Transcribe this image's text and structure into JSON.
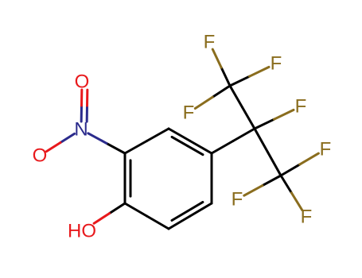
{
  "molecule": {
    "atoms": [
      {
        "id": "C1",
        "element": "C"
      },
      {
        "id": "C2",
        "element": "C"
      },
      {
        "id": "C3",
        "element": "C"
      },
      {
        "id": "C4",
        "element": "C"
      },
      {
        "id": "C5",
        "element": "C"
      },
      {
        "id": "C6",
        "element": "C"
      },
      {
        "id": "N",
        "element": "N",
        "label": "N"
      },
      {
        "id": "Oa",
        "element": "O",
        "label": "O"
      },
      {
        "id": "Ob",
        "element": "O",
        "label": "O"
      },
      {
        "id": "OH",
        "element": "O",
        "label": "HO"
      },
      {
        "id": "Cq",
        "element": "C"
      },
      {
        "id": "Cm1",
        "element": "C"
      },
      {
        "id": "Cm2",
        "element": "C"
      },
      {
        "id": "F1",
        "element": "F",
        "label": "F"
      },
      {
        "id": "F2",
        "element": "F",
        "label": "F"
      },
      {
        "id": "F3",
        "element": "F",
        "label": "F"
      },
      {
        "id": "F4",
        "element": "F",
        "label": "F"
      },
      {
        "id": "F5",
        "element": "F",
        "label": "F"
      },
      {
        "id": "F6",
        "element": "F",
        "label": "F"
      },
      {
        "id": "F7",
        "element": "F",
        "label": "F"
      }
    ],
    "bonds": [
      {
        "a": "C1",
        "b": "C2",
        "order": 1
      },
      {
        "a": "C2",
        "b": "C3",
        "order": 2
      },
      {
        "a": "C3",
        "b": "C4",
        "order": 1
      },
      {
        "a": "C4",
        "b": "C5",
        "order": 2
      },
      {
        "a": "C5",
        "b": "C6",
        "order": 1
      },
      {
        "a": "C6",
        "b": "C1",
        "order": 2
      },
      {
        "a": "C1",
        "b": "N",
        "order": 1
      },
      {
        "a": "N",
        "b": "Oa",
        "order": 1
      },
      {
        "a": "N",
        "b": "Ob",
        "order": 2
      },
      {
        "a": "C6",
        "b": "OH",
        "order": 1
      },
      {
        "a": "C3",
        "b": "Cq",
        "order": 1
      },
      {
        "a": "Cq",
        "b": "Cm1",
        "order": 1
      },
      {
        "a": "Cq",
        "b": "Cm2",
        "order": 1
      },
      {
        "a": "Cq",
        "b": "F3",
        "order": 1
      },
      {
        "a": "Cm1",
        "b": "F1",
        "order": 1
      },
      {
        "a": "Cm1",
        "b": "F2",
        "order": 1
      },
      {
        "a": "Cm1",
        "b": "F4",
        "order": 1
      },
      {
        "a": "Cm2",
        "b": "F5",
        "order": 1
      },
      {
        "a": "Cm2",
        "b": "F6",
        "order": 1
      },
      {
        "a": "Cm2",
        "b": "F7",
        "order": 1
      }
    ]
  },
  "colors": {
    "C": "#000000",
    "N": "#2b2b8c",
    "O": "#e8191c",
    "F": "#8a6d1e"
  }
}
